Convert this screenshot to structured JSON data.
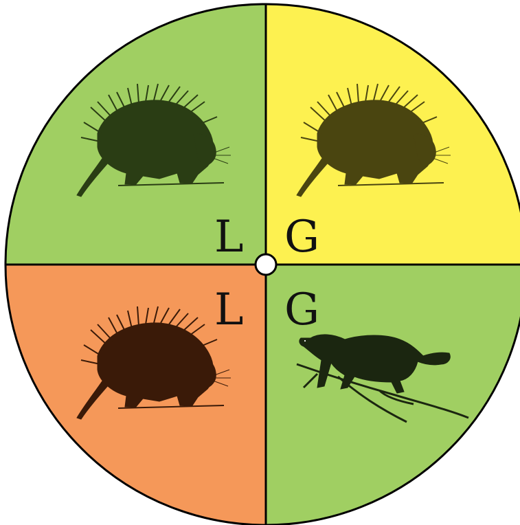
{
  "colors": {
    "green": "#a0cf62",
    "yellow": "#fdf150",
    "orange": "#f59859",
    "outline": "#000000",
    "center": "#ffffff"
  },
  "quadrants": [
    {
      "id": "top-left",
      "letter": "L",
      "fill": "#a0cf62",
      "animal_icon": "porcupine-icon",
      "animal_tint": "#2a3d14"
    },
    {
      "id": "top-right",
      "letter": "G",
      "fill": "#fdf150",
      "animal_icon": "porcupine-icon",
      "animal_tint": "#4a4510"
    },
    {
      "id": "bottom-left",
      "letter": "L",
      "fill": "#f59859",
      "animal_icon": "porcupine-icon",
      "animal_tint": "#3a1a08"
    },
    {
      "id": "bottom-right",
      "letter": "G",
      "fill": "#a0cf62",
      "animal_icon": "fisher-icon",
      "animal_tint": "#1b2610"
    }
  ]
}
